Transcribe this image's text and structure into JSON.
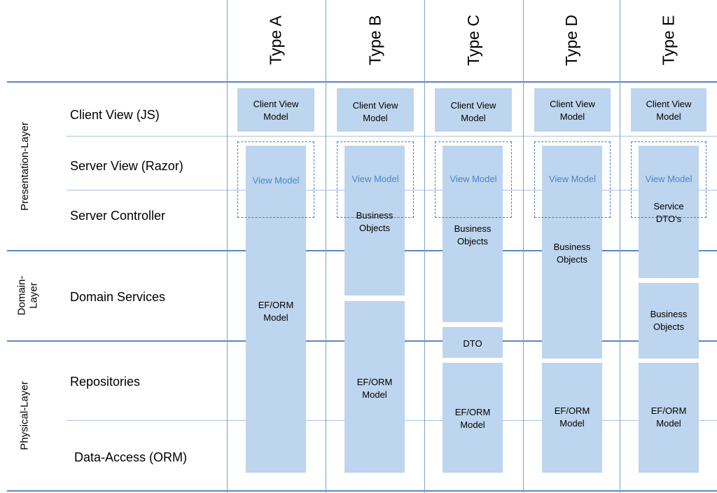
{
  "columns": [
    "Type A",
    "Type B",
    "Type C",
    "Type D",
    "Type E"
  ],
  "layers": {
    "presentation": "Presentation-Layer",
    "domain": "Domain-\nLayer",
    "physical": "Physical-Layer"
  },
  "rows": {
    "client_view": "Client View (JS)",
    "server_view": "Server View (Razor)",
    "server_controller": "Server Controller",
    "domain_services": "Domain Services",
    "repositories": "Repositories",
    "data_access": "Data-Access (ORM)"
  },
  "boxes": {
    "client_view_model": "Client View\nModel",
    "view_model": "View Model",
    "ef_orm_model": "EF/ORM\nModel",
    "business_objects": "Business\nObjects",
    "dto": "DTO",
    "service_dtos": "Service\nDTO's"
  },
  "colors": {
    "box_fill": "#bdd5ee",
    "major_line": "#5b86c0",
    "minor_line": "#aac3e0",
    "view_model_text": "#4a86c8",
    "dashed_border": "#4a7cc0"
  }
}
